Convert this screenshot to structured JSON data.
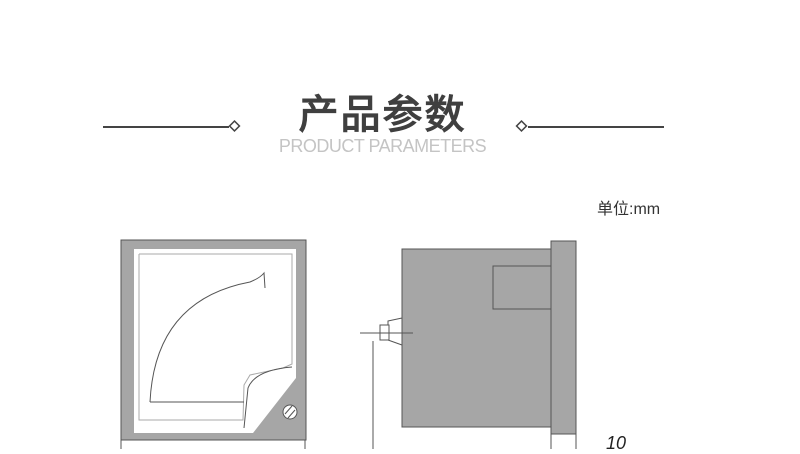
{
  "header": {
    "title": "产品参数",
    "subtitle": "PRODUCT PARAMETERS"
  },
  "unit_label": "单位:mm",
  "dimension_label": "10",
  "colors": {
    "body": "#a6a6a6",
    "title": "#3f3f3f",
    "subtitle": "#c4c4c4"
  }
}
